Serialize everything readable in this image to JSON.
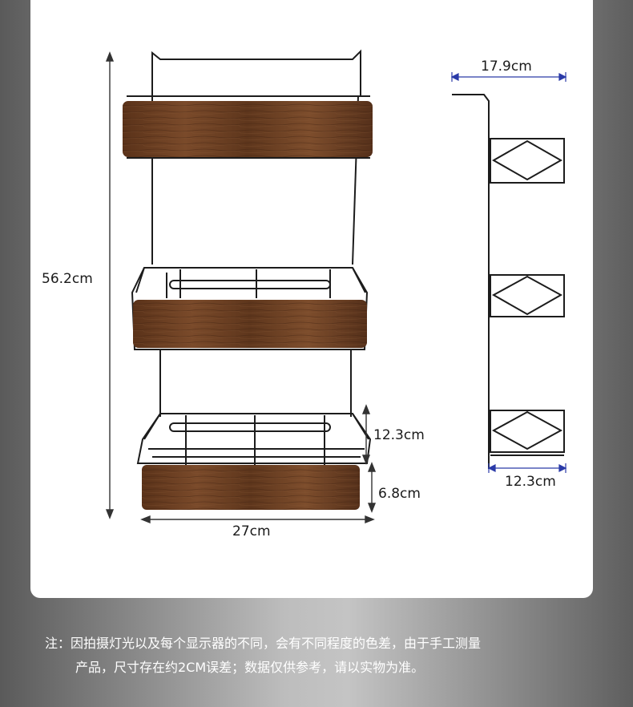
{
  "dimensions": {
    "height_total": "56.2cm",
    "width_front": "27cm",
    "basket_height": "12.3cm",
    "board_height": "6.8cm",
    "side_top_depth": "17.9cm",
    "side_bottom_depth": "12.3cm"
  },
  "note": {
    "line1": "注：因拍摄灯光以及每个显示器的不同，会有不同程度的色差，由于手工测量",
    "line2": "产品，尺寸存在约2CM误差；数据仅供参考，请以实物为准。"
  },
  "colors": {
    "frame": "#1c1c1c",
    "wood": "#6b3f22",
    "wood_dark": "#4a2a16",
    "dimension_line": "#2a3aa8"
  }
}
